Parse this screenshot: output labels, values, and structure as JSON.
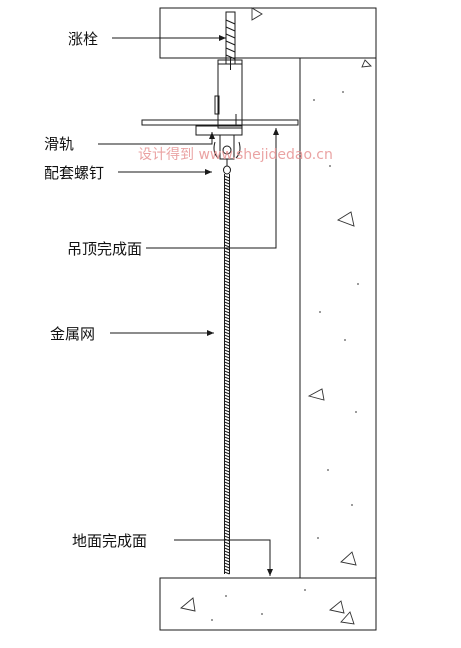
{
  "labels": {
    "anchor": "涨栓",
    "rail": "滑轨",
    "screws": "配套螺钉",
    "ceiling": "吊顶完成面",
    "mesh": "金属网",
    "floor": "地面完成面"
  },
  "watermark": "设计得到 www.shejidedao.cn",
  "colors": {
    "line": "#1a1a1a",
    "watermark": "#e79494",
    "background": "#ffffff"
  }
}
